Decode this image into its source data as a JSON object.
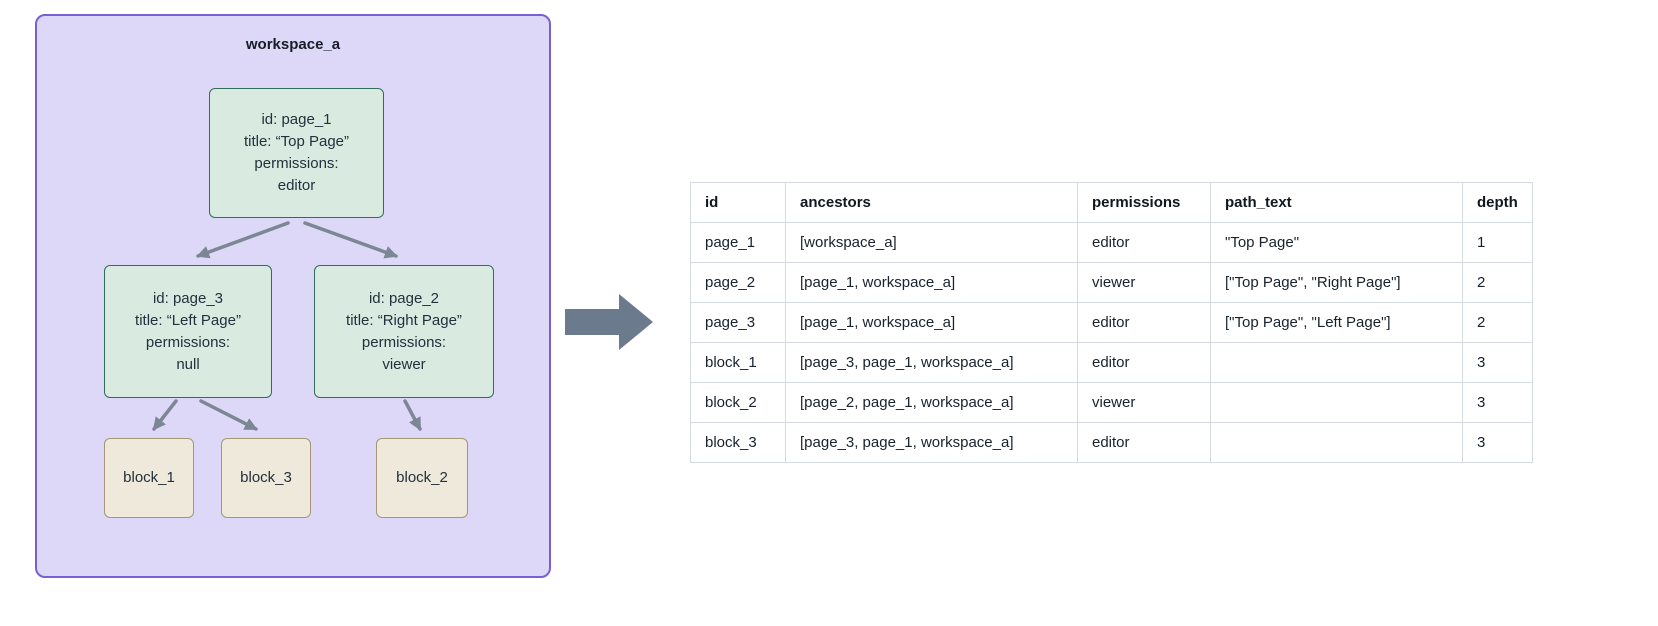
{
  "workspace": {
    "title": "workspace_a",
    "nodes": {
      "page_1": {
        "lines": [
          "id: page_1",
          "title: “Top Page”",
          "permissions:",
          "editor"
        ]
      },
      "page_3": {
        "lines": [
          "id: page_3",
          "title: “Left Page”",
          "permissions:",
          "null"
        ]
      },
      "page_2": {
        "lines": [
          "id: page_2",
          "title: “Right Page”",
          "permissions:",
          "viewer"
        ]
      },
      "block_1": {
        "label": "block_1"
      },
      "block_3": {
        "label": "block_3"
      },
      "block_2": {
        "label": "block_2"
      }
    }
  },
  "table": {
    "headers": [
      "id",
      "ancestors",
      "permissions",
      "path_text",
      "depth"
    ],
    "rows": [
      {
        "id": "page_1",
        "ancestors": "[workspace_a]",
        "permissions": "editor",
        "path_text": "\"Top Page\"",
        "depth": "1"
      },
      {
        "id": "page_2",
        "ancestors": "[page_1, workspace_a]",
        "permissions": "viewer",
        "path_text": "[\"Top Page\", \"Right Page\"]",
        "depth": "2"
      },
      {
        "id": "page_3",
        "ancestors": "[page_1, workspace_a]",
        "permissions": "editor",
        "path_text": "[\"Top Page\", \"Left Page\"]",
        "depth": "2"
      },
      {
        "id": "block_1",
        "ancestors": "[page_3, page_1, workspace_a]",
        "permissions": "editor",
        "path_text": "",
        "depth": "3"
      },
      {
        "id": "block_2",
        "ancestors": "[page_2, page_1, workspace_a]",
        "permissions": "viewer",
        "path_text": "",
        "depth": "3"
      },
      {
        "id": "block_3",
        "ancestors": "[page_3, page_1, workspace_a]",
        "permissions": "editor",
        "path_text": "",
        "depth": "3"
      }
    ]
  },
  "colors": {
    "workspace_fill": "#ddd8f7",
    "workspace_border": "#7a5fd0",
    "page_fill": "#d9eae1",
    "page_border": "#2f6e57",
    "block_fill": "#eee9db",
    "block_border": "#a59771",
    "arrow_color": "#7b8794",
    "flow_arrow_color": "#6b7a8d",
    "table_border": "#d5dae0"
  }
}
